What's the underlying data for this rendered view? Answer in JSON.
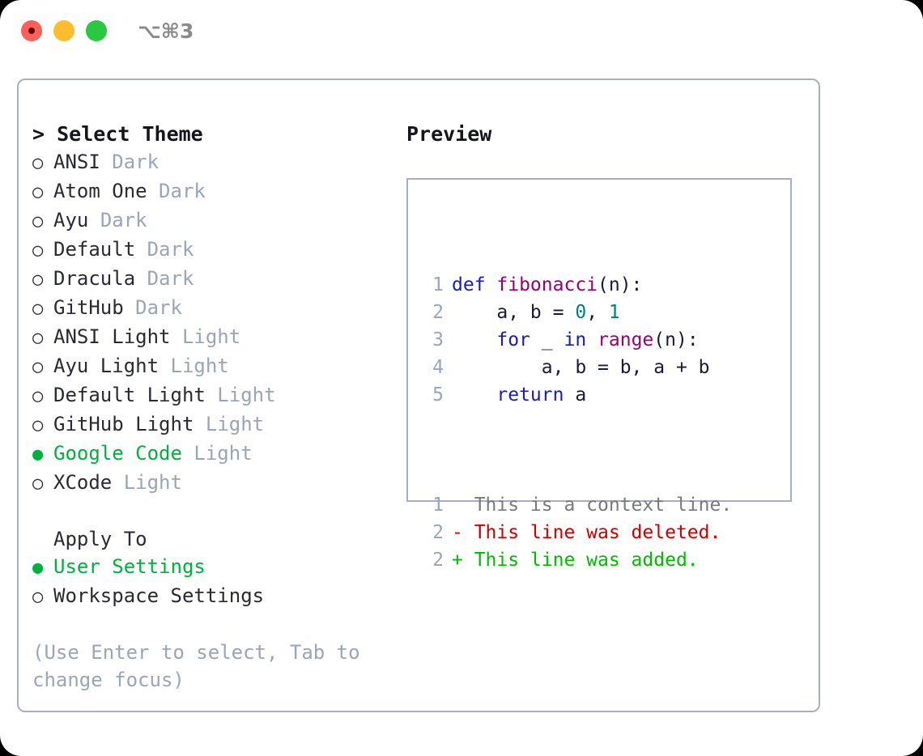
{
  "window": {
    "title": "⌥⌘3",
    "traffic_lights": [
      {
        "name": "close",
        "color": "#ff5f57"
      },
      {
        "name": "minimize",
        "color": "#ffbd2e"
      },
      {
        "name": "maximize",
        "color": "#28c840"
      }
    ]
  },
  "colors": {
    "panel_border": "#a6b0c0",
    "selected_green": "#00b140",
    "tag_gray": "#9aa5b8",
    "text": "#2a2a33",
    "keyword_blue": "#1a1ac4",
    "function_purple": "#990073",
    "number_teal": "#007f7f",
    "plain_navy": "#1a1a3c",
    "diff_delete_red": "#cc0000",
    "diff_add_green": "#00bb00",
    "diff_context_gray": "#7a7a7a"
  },
  "left": {
    "heading": "> Select Theme",
    "marker_unselected": "○",
    "marker_selected": "●",
    "themes": [
      {
        "name": "ANSI",
        "tag": "Dark",
        "selected": false
      },
      {
        "name": "Atom One",
        "tag": "Dark",
        "selected": false
      },
      {
        "name": "Ayu",
        "tag": "Dark",
        "selected": false
      },
      {
        "name": "Default",
        "tag": "Dark",
        "selected": false
      },
      {
        "name": "Dracula",
        "tag": "Dark",
        "selected": false
      },
      {
        "name": "GitHub",
        "tag": "Dark",
        "selected": false
      },
      {
        "name": "ANSI Light",
        "tag": "Light",
        "selected": false
      },
      {
        "name": "Ayu Light",
        "tag": "Light",
        "selected": false
      },
      {
        "name": "Default Light",
        "tag": "Light",
        "selected": false
      },
      {
        "name": "GitHub Light",
        "tag": "Light",
        "selected": false
      },
      {
        "name": "Google Code",
        "tag": "Light",
        "selected": true
      },
      {
        "name": "XCode",
        "tag": "Light",
        "selected": false
      }
    ],
    "apply_to": {
      "heading": "Apply To",
      "options": [
        {
          "name": "User Settings",
          "selected": true
        },
        {
          "name": "Workspace Settings",
          "selected": false
        }
      ]
    },
    "hint": "(Use Enter to select, Tab to change focus)"
  },
  "right": {
    "heading": "Preview",
    "code_lines": [
      {
        "num": "1",
        "tokens": [
          {
            "t": "def ",
            "c": "k"
          },
          {
            "t": "fibonacci",
            "c": "fn"
          },
          {
            "t": "(n):",
            "c": "pln"
          }
        ]
      },
      {
        "num": "2",
        "tokens": [
          {
            "t": "    a, b = ",
            "c": "pln"
          },
          {
            "t": "0",
            "c": "num"
          },
          {
            "t": ", ",
            "c": "pln"
          },
          {
            "t": "1",
            "c": "num"
          }
        ]
      },
      {
        "num": "3",
        "tokens": [
          {
            "t": "    ",
            "c": "pln"
          },
          {
            "t": "for",
            "c": "k"
          },
          {
            "t": " _ ",
            "c": "pln"
          },
          {
            "t": "in",
            "c": "k"
          },
          {
            "t": " ",
            "c": "pln"
          },
          {
            "t": "range",
            "c": "fn"
          },
          {
            "t": "(n):",
            "c": "pln"
          }
        ]
      },
      {
        "num": "4",
        "tokens": [
          {
            "t": "        a, b = b, a + b",
            "c": "pln"
          }
        ]
      },
      {
        "num": "5",
        "tokens": [
          {
            "t": "    ",
            "c": "pln"
          },
          {
            "t": "return",
            "c": "k"
          },
          {
            "t": " a",
            "c": "pln"
          }
        ]
      }
    ],
    "diff_lines": [
      {
        "num": "1",
        "prefix": "  ",
        "text": "This is a context line.",
        "kind": "d-ctx"
      },
      {
        "num": "2",
        "prefix": "- ",
        "text": "This line was deleted.",
        "kind": "d-del"
      },
      {
        "num": "2",
        "prefix": "+ ",
        "text": "This line was added.",
        "kind": "d-add"
      }
    ]
  }
}
